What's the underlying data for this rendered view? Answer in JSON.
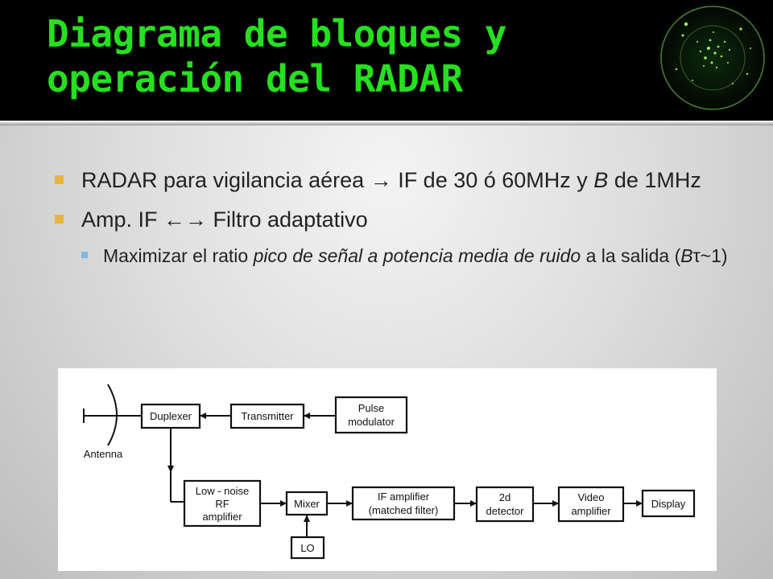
{
  "slide": {
    "title_line1": "Diagrama de bloques y",
    "title_line2": "operación del RADAR",
    "bullets": [
      {
        "pre": "RADAR para vigilancia aérea ",
        "arrow": "→",
        "mid": " IF de 30 ó 60MHz y ",
        "italic": "B",
        "post": " de 1MHz"
      },
      {
        "pre": "Amp. IF ",
        "arrow": "←→",
        "post": " Filtro adaptativo"
      }
    ],
    "subbullet": {
      "pre": "Maximizar el ratio ",
      "italic1": "pico de señal a potencia media de ruido",
      "mid": " a la salida (",
      "italic2": "B",
      "post": "τ~1)"
    }
  },
  "diagram": {
    "antenna": "Antenna",
    "duplexer": "Duplexer",
    "transmitter": "Transmitter",
    "pulse_modulator": [
      "Pulse",
      "modulator"
    ],
    "lna": [
      "Low - noise",
      "RF",
      "amplifier"
    ],
    "mixer": "Mixer",
    "lo": "LO",
    "if_amp": [
      "IF amplifier",
      "(matched filter)"
    ],
    "detector": [
      "2d",
      "detector"
    ],
    "video_amp": [
      "Video",
      "amplifier"
    ],
    "display": "Display"
  }
}
